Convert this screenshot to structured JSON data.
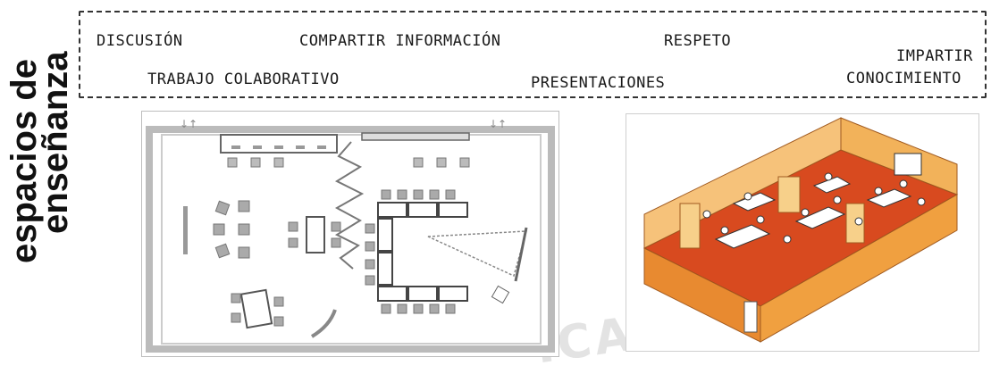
{
  "title": {
    "line1": "espacios de",
    "line2": "enseñanza"
  },
  "terms": {
    "discusion": "DISCUSIÓN",
    "compartir": "COMPARTIR INFORMACIÓN",
    "respeto": "RESPETO",
    "impartir_line1": "IMPARTIR",
    "impartir_line2": "CONOCIMIENTO",
    "trabajo": "TRABAJO COLABORATIVO",
    "presentaciones": "PRESENTACIONES"
  },
  "watermark": "ICA",
  "colors": {
    "text": "#1a1a1a",
    "dash": "#333333",
    "plan_line": "#555555",
    "plan_furniture": "#9a9a9a",
    "room_floor": "#d84a1f",
    "room_wall": "#f0a040",
    "arrow": "#e06a2a"
  }
}
